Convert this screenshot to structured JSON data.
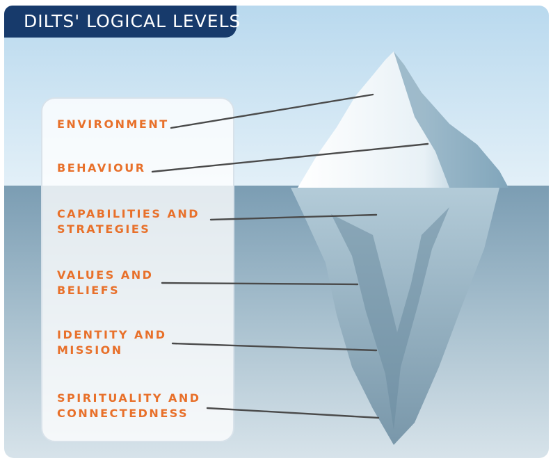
{
  "title": "DILTS' LOGICAL LEVELS",
  "levels": [
    {
      "line1": "ENVIRONMENT",
      "line2": ""
    },
    {
      "line1": "BEHAVIOUR",
      "line2": ""
    },
    {
      "line1": "CAPABILITIES AND",
      "line2": "STRATEGIES"
    },
    {
      "line1": "VALUES AND",
      "line2": "BELIEFS"
    },
    {
      "line1": "IDENTITY AND",
      "line2": "MISSION"
    },
    {
      "line1": "SPIRITUALITY AND",
      "line2": "CONNECTEDNESS"
    }
  ],
  "colors": {
    "title_bg": "#173a6b",
    "label_text": "#e8702a",
    "sky": "#cfe6f5",
    "water": "#86a7bd",
    "iceberg_above": "#ffffff",
    "iceberg_below": "#a8c3d3",
    "leader_line": "#4a4a4a"
  }
}
